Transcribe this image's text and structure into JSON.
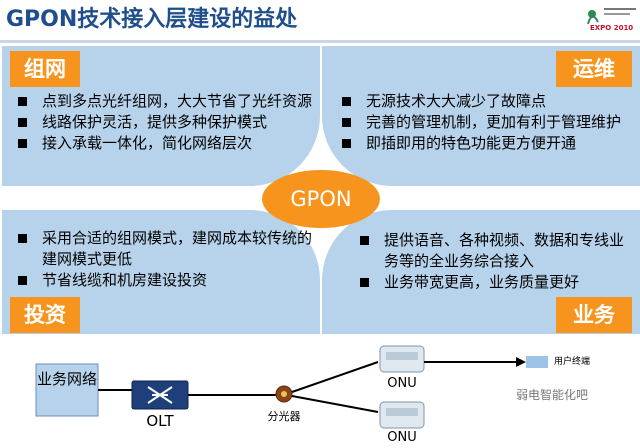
{
  "title": "GPON技术接入层建设的益处",
  "expo_logo": "EXPO 2010",
  "center_label": "GPON",
  "panels": {
    "top_left": {
      "tag": "组网",
      "items": [
        "点到多点光纤组网，大大节省了光纤资源",
        "线路保护灵活，提供多种保护模式",
        "接入承载一体化，简化网络层次"
      ]
    },
    "top_right": {
      "tag": "运维",
      "items": [
        "无源技术大大减少了故障点",
        "完善的管理机制，更加有利于管理维护",
        "即插即用的特色功能更方便开通"
      ]
    },
    "bottom_left": {
      "tag": "投资",
      "items": [
        "采用合适的组网模式，建网成本较传统的建网模式更低",
        "节省线缆和机房建设投资"
      ]
    },
    "bottom_right": {
      "tag": "业务",
      "items": [
        "提供语音、各种视频、数据和专线业务等的全业务综合接入",
        "业务带宽更高，业务质量更好"
      ]
    }
  },
  "network": {
    "source": "业务网络",
    "olt": "OLT",
    "splitter": "分光器",
    "onu_1": "ONU",
    "onu_2": "ONU",
    "legend": "用户终端"
  },
  "watermark": "弱电智能化吧",
  "colors": {
    "panel": "#b7d3eb",
    "accent": "#f7941d",
    "title": "#1f4e8c",
    "terminal": "#9dc3e6"
  }
}
